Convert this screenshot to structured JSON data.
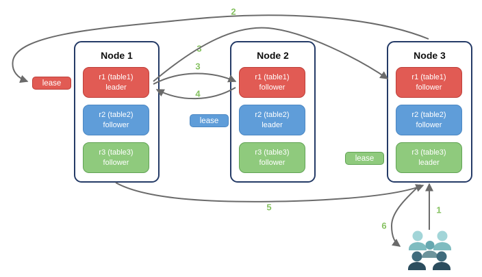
{
  "nodes": [
    {
      "title": "Node 1",
      "replicas": [
        {
          "name": "r1 (table1)",
          "role": "leader"
        },
        {
          "name": "r2 (table2)",
          "role": "follower"
        },
        {
          "name": "r3 (table3)",
          "role": "follower"
        }
      ]
    },
    {
      "title": "Node 2",
      "replicas": [
        {
          "name": "r1 (table1)",
          "role": "follower"
        },
        {
          "name": "r2 (table2)",
          "role": "leader"
        },
        {
          "name": "r3 (table3)",
          "role": "follower"
        }
      ]
    },
    {
      "title": "Node 3",
      "replicas": [
        {
          "name": "r1 (table1)",
          "role": "follower"
        },
        {
          "name": "r2 (table2)",
          "role": "follower"
        },
        {
          "name": "r3 (table3)",
          "role": "leader"
        }
      ]
    }
  ],
  "leases": {
    "red": "lease",
    "blue": "lease",
    "green": "lease"
  },
  "step_labels": {
    "s1": "1",
    "s2": "2",
    "s3a": "3",
    "s3b": "3",
    "s4": "4",
    "s5": "5",
    "s6": "6"
  },
  "icons": {
    "users": "users-group-icon"
  },
  "colors": {
    "replica_red": "#e15b54",
    "replica_red_border": "#bd3e38",
    "replica_blue": "#5f9dd9",
    "replica_blue_border": "#4a86c2",
    "replica_green": "#8fca7d",
    "replica_green_border": "#60a254",
    "node_border": "#243a66",
    "arrow": "#6a6a6a",
    "step_label": "#85c160",
    "users_light": "#a2d5d8",
    "users_light_body": "#7fbcc0",
    "users_mid": "#67a8b0",
    "users_mid_body": "#6d949c",
    "users_dark": "#3f6b7c",
    "users_dark_body": "#2b4d5e"
  }
}
